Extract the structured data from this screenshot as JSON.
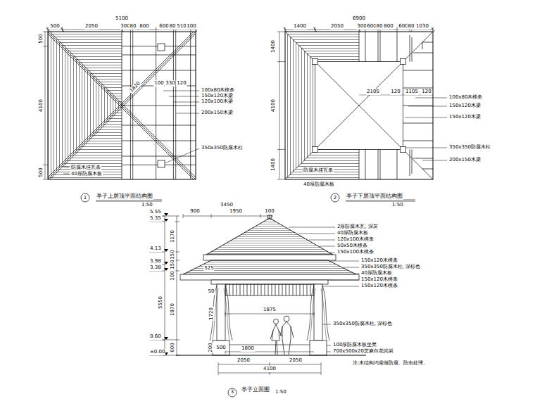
{
  "diagram": {
    "labels": [
      "5100",
      "500",
      "2050",
      "300",
      "80",
      "800",
      "600",
      "80",
      "510",
      "100",
      "500",
      "4100",
      "500",
      "1820",
      "100",
      "330",
      "120",
      "100x80木檩条",
      "150x120木梁",
      "120x100木梁",
      "200x150木梁",
      "350x350防腐木柱",
      "防腐木挂瓦条",
      "40厚防腐木板",
      "1",
      "亭子上层顶平面结构图",
      "1:50",
      "6900",
      "1400",
      "2050",
      "300",
      "600",
      "80",
      "800",
      "600",
      "80",
      "1030",
      "1400",
      "4100",
      "1400",
      "2105",
      "120",
      "1105",
      "120",
      "100x80木檩条",
      "150x120木梁",
      "150x120木梁",
      "350x350防腐木柱",
      "200x150木梁",
      "防腐木挂瓦条",
      "40厚防腐木板",
      "2",
      "亭子下层顶平面结构图",
      "1:50",
      "3450",
      "900",
      "1950",
      "100",
      "5.55",
      "5.35",
      "1170",
      "4.13",
      "150",
      "3.98",
      "3.38",
      "150",
      "100",
      "5550",
      "1970",
      "0.60",
      "600",
      "±0.00",
      "525",
      "50",
      "1720",
      "1875",
      "200",
      "500",
      "1800",
      "2050",
      "2050",
      "4100",
      "2厚防腐木瓦, 深灰",
      "40厚防腐木板",
      "120x100木檩条",
      "50x50木檩条",
      "150x100木檩条",
      "150x120木檩条",
      "350x350防腐木柱, 深棕色",
      "40厚防腐木板",
      "150x120木檩条",
      "150x120木檩条",
      "350x350防腐木柱, 深棕色",
      "100厚防腐木板坐凳",
      "700x500x20芝麻白花岗岩",
      "注:木结构均需做防腐、防虫处理。",
      "3",
      "亭子立面图",
      "1:50"
    ]
  }
}
